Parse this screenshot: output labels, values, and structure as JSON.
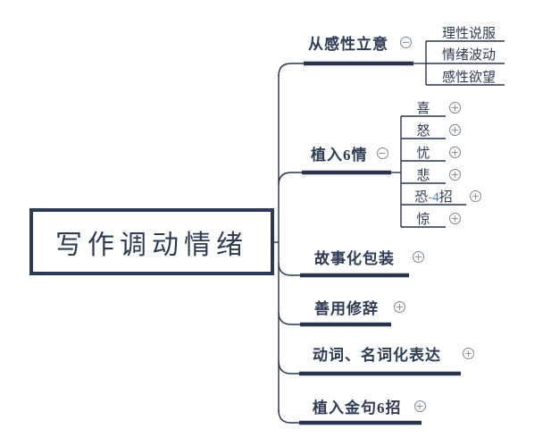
{
  "diagram": {
    "type": "mindmap",
    "root": {
      "label": "写作调动情绪"
    },
    "branches": [
      {
        "label": "从感性立意",
        "state": "expanded",
        "children": [
          {
            "label": "理性说服"
          },
          {
            "label": "情绪波动"
          },
          {
            "label": "感性欲望"
          }
        ]
      },
      {
        "label": "植入6情",
        "state": "expanded",
        "children": [
          {
            "label": "喜",
            "state": "collapsed"
          },
          {
            "label": "怒",
            "state": "collapsed"
          },
          {
            "label": "忧",
            "state": "collapsed"
          },
          {
            "label": "悲",
            "state": "collapsed"
          },
          {
            "parts": {
              "head": "恐",
              "dash": "-",
              "num": "4",
              "tail": "招"
            },
            "state": "collapsed"
          },
          {
            "label": "惊",
            "state": "collapsed"
          }
        ]
      },
      {
        "label": "故事化包装",
        "state": "collapsed"
      },
      {
        "label": "善用修辞",
        "state": "collapsed"
      },
      {
        "label": "动词、名词化表达",
        "state": "collapsed"
      },
      {
        "label": "植入金句6招",
        "state": "collapsed"
      }
    ],
    "icons": {
      "expand": "+",
      "collapse": "−"
    },
    "colors": {
      "line": "#2a344d",
      "text": "#2e3b55",
      "highlight_num": "#4472c4",
      "highlight_dash": "#c8832e",
      "icon": "#7d8795",
      "background": "#ffffff"
    }
  }
}
